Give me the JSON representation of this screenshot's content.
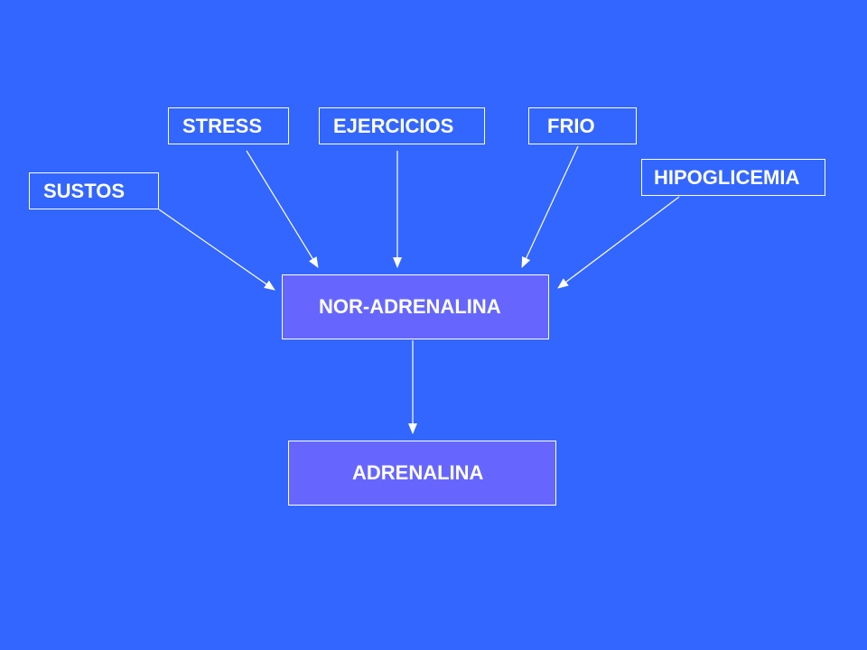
{
  "diagram": {
    "causes": {
      "sustos": "SUSTOS",
      "stress": "STRESS",
      "ejercicios": "EJERCICIOS",
      "frio": "FRIO",
      "hipoglicemia": "HIPOGLICEMIA"
    },
    "hormones": {
      "noradrenalina": "NOR-ADRENALINA",
      "adrenalina": "ADRENALINA"
    }
  },
  "colors": {
    "background": "#3366ff",
    "box_fill": "#6666ff",
    "stroke": "#ffffff"
  }
}
